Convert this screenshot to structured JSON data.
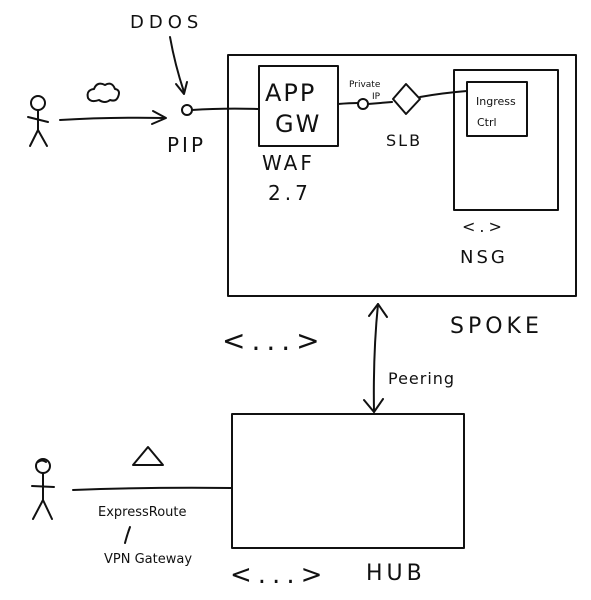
{
  "labels": {
    "ddos": "DDOS",
    "pip": "PIP",
    "app": "APP",
    "gw": "GW",
    "waf": "WAF",
    "waf_version": "2.7",
    "private_ip_line1": "Private",
    "private_ip_line2": "IP",
    "slb": "SLB",
    "ingress_line1": "Ingress",
    "ingress_line2": "Ctrl",
    "nsg_brackets": "<.>",
    "nsg": "NSG",
    "spoke": "SPOKE",
    "spoke_brackets": "<...>",
    "peering": "Peering",
    "expressroute": "ExpressRoute",
    "vpn_gateway": "VPN Gateway",
    "hub_brackets": "<...>",
    "hub": "HUB"
  }
}
